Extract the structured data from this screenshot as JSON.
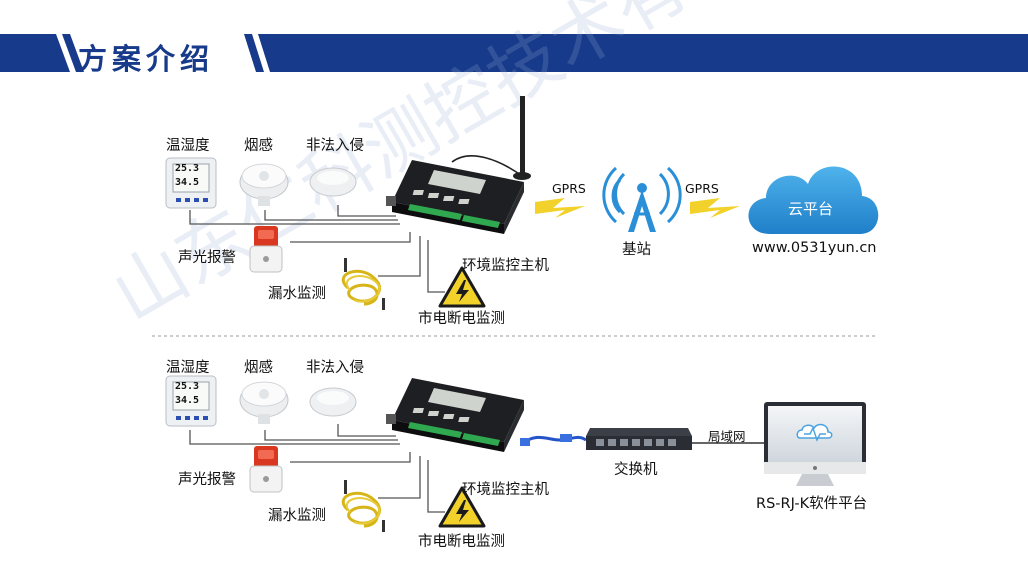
{
  "header": {
    "title": "方案介绍"
  },
  "watermark": "山东仁科测控技术有限公司",
  "scheme_gprs": {
    "sensors": {
      "temp_humidity": "温湿度",
      "smoke": "烟感",
      "intrusion": "非法入侵",
      "alarm": "声光报警",
      "water_leak": "漏水监测",
      "power_cut": "市电断电监测"
    },
    "display_values": {
      "temp": "25.3",
      "humidity": "34.5"
    },
    "host": "环境监控主机",
    "link_left": "GPRS",
    "link_right": "GPRS",
    "base_station": "基站",
    "cloud": "云平台",
    "url": "www.0531yun.cn"
  },
  "scheme_lan": {
    "sensors": {
      "temp_humidity": "温湿度",
      "smoke": "烟感",
      "intrusion": "非法入侵",
      "alarm": "声光报警",
      "water_leak": "漏水监测",
      "power_cut": "市电断电监测"
    },
    "display_values": {
      "temp": "25.3",
      "humidity": "34.5"
    },
    "host": "环境监控主机",
    "switch": "交换机",
    "lan": "局域网",
    "platform": "RS-RJ-K软件平台"
  },
  "colors": {
    "header_blue": "#173a8a",
    "bolt_yellow": "#f2d22a",
    "cloud_blue": "#2a8fd6",
    "terminal_green": "#2fa84f"
  }
}
